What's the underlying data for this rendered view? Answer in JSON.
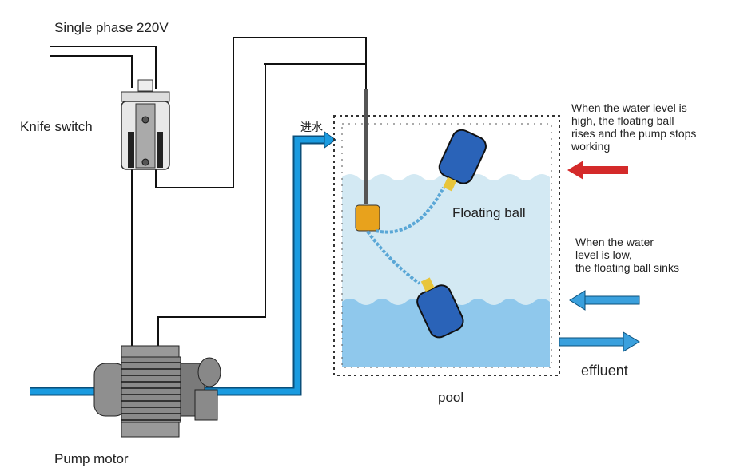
{
  "labels": {
    "power": "Single phase 220V",
    "knife_switch": "Knife switch",
    "inlet": "进水",
    "high_level": [
      "When the water level is",
      "high, the floating ball",
      "rises and the pump stops",
      "working"
    ],
    "floating_ball": "Floating ball",
    "low_level": [
      "When the water",
      "level is low,",
      "the floating ball sinks"
    ],
    "effluent": "effluent",
    "pool": "pool",
    "pump_motor": "Pump motor"
  },
  "colors": {
    "pipe": "#1a9be0",
    "water_upper": "#d3e9f3",
    "water_lower": "#8fc8ec",
    "float_ball": "#2a63b8",
    "float_switch": "#e8a21c",
    "high_arrow": "#d42a2a",
    "low_arrow": "#3aa0dd"
  }
}
